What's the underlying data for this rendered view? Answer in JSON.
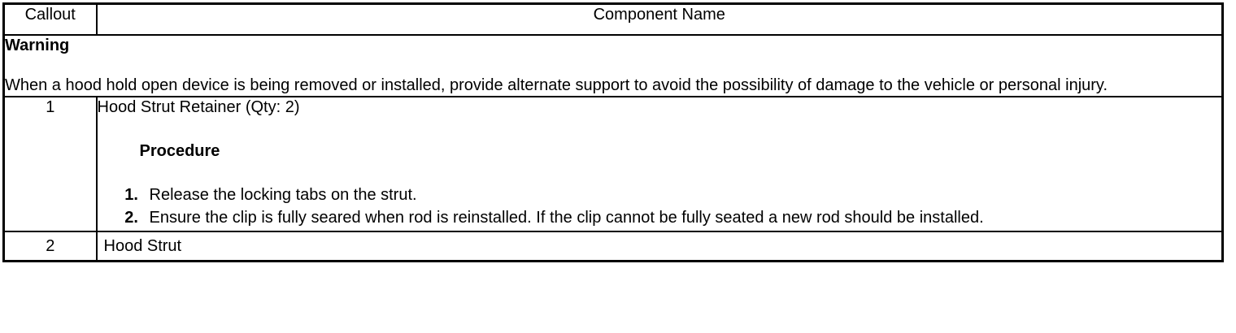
{
  "table": {
    "headers": {
      "callout": "Callout",
      "component_name": "Component Name"
    },
    "warning": {
      "title": "Warning",
      "body": "When a hood hold open device is being removed or installed, provide alternate support to avoid the possibility of damage to the vehicle or personal injury."
    },
    "rows": [
      {
        "callout": "1",
        "component_name": "Hood Strut Retainer (Qty: 2)",
        "procedure_heading": "Procedure",
        "steps": [
          "Release the locking tabs on the strut.",
          "Ensure the clip is fully seared when rod is reinstalled. If the clip cannot be fully seated a new rod should be installed."
        ]
      },
      {
        "callout": "2",
        "component_name": "Hood Strut"
      }
    ]
  },
  "colors": {
    "border": "#000000",
    "text": "#000000",
    "background": "#ffffff"
  }
}
